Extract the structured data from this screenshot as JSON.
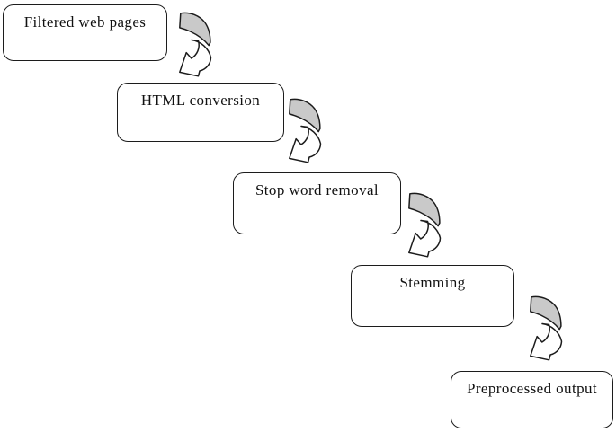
{
  "diagram": {
    "type": "flowchart",
    "description": "Text preprocessing pipeline shown as a descending staircase of rounded boxes linked by curled arrows",
    "steps": [
      {
        "label": "Filtered web pages"
      },
      {
        "label": "HTML conversion"
      },
      {
        "label": "Stop word removal"
      },
      {
        "label": "Stemming"
      },
      {
        "label": "Preprocessed output"
      }
    ],
    "connector_icon": "curved-arrow-icon",
    "connector_direction": "down-left",
    "colors": {
      "background": "#ffffff",
      "box_fill": "#ffffff",
      "box_border": "#1c1c1c",
      "text": "#111111",
      "arrow_back_fill": "#c9c9c9",
      "arrow_front_fill": "#ffffff",
      "arrow_stroke": "#1c1c1c"
    }
  }
}
